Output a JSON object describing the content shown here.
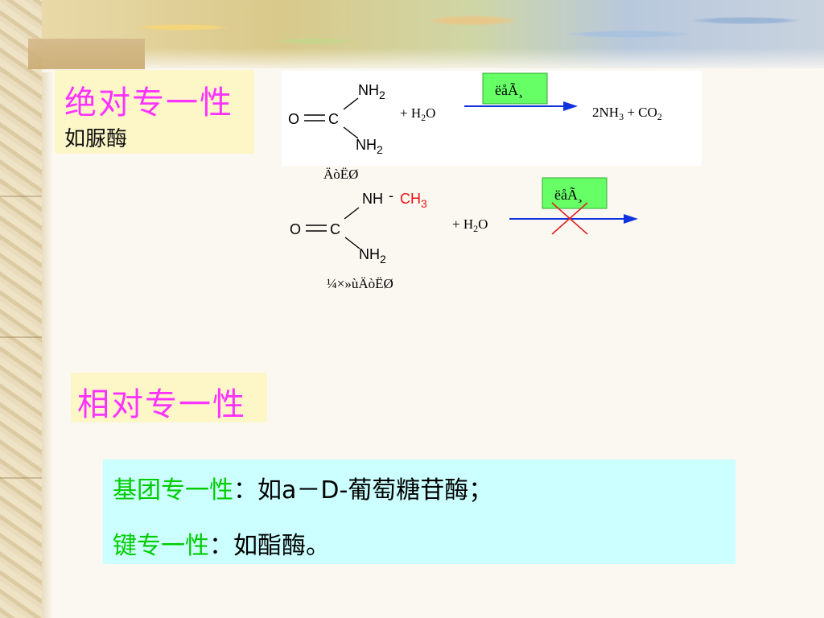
{
  "absolute": {
    "title": "绝对专一性",
    "example": "如脲酶"
  },
  "reaction1": {
    "substrate_top": "NH",
    "substrate_top_sub": "2",
    "carbonyl_o": "O",
    "carbonyl_c": "C",
    "substrate_bottom": "NH",
    "substrate_bottom_sub": "2",
    "reagent": "+ H",
    "reagent_sub": "2",
    "reagent_end": "O",
    "enzyme": "ëåÃ¸",
    "product_1": "2NH",
    "product_1_sub": "3",
    "product_2": " + CO",
    "product_2_sub": "2",
    "name": "ÄòËØ"
  },
  "reaction2": {
    "substrate_top": "NH",
    "dash": "-",
    "methyl": "CH",
    "methyl_sub": "3",
    "carbonyl_o": "O",
    "carbonyl_c": "C",
    "substrate_bottom": "NH",
    "substrate_bottom_sub": "2",
    "reagent": "+ H",
    "reagent_sub": "2",
    "reagent_end": "O",
    "enzyme": "ëåÃ¸",
    "name": "¼×»ùÄòËØ"
  },
  "relative": {
    "title": "相对专一性"
  },
  "examples": {
    "line1_label": "基团专一性",
    "line1_text": "：如a－D-葡萄糖苷酶；",
    "line2_label": "键专一性",
    "line2_text": "：如酯酶。"
  },
  "colors": {
    "title_pink": "#ff33ff",
    "green_label": "#00cc00",
    "cyan_box": "#ccffff",
    "yellow_box": "#fdf7c8",
    "enzyme_box": "#66ff66",
    "arrow_blue": "#1133dd",
    "cross_red": "#e02020"
  }
}
